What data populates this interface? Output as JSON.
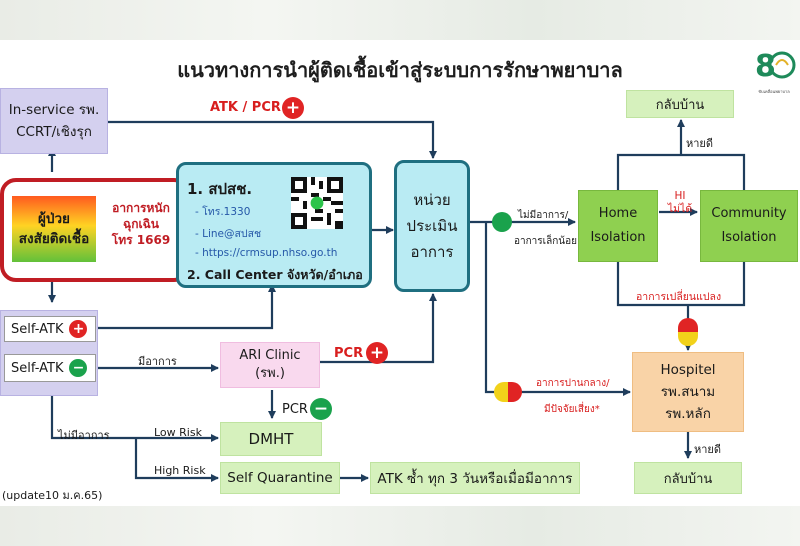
{
  "title": "แนวทางการนำผู้ติดเชื้อเข้าสู่ระบบการรักษาพยาบาล",
  "logo": {
    "mark": "8",
    "caption": "ขับเคลื่อนพยาบาล"
  },
  "inservice": {
    "line1": "In-service รพ.",
    "line2": "CCRT/เชิงรุก"
  },
  "patient": {
    "line1": "ผู้ป่วย",
    "line2": "สงสัยติดเชื้อ"
  },
  "severe": {
    "line1": "อาการหนัก",
    "line2": "ฉุกเฉิน",
    "line3": "โทร 1669"
  },
  "nhso": {
    "heading": "1. สปสช.",
    "item1": "- โทร.1330",
    "item2": "- Line@สปสช",
    "item3": "- https://crmsup.nhso.go.th",
    "heading2": "2. Call Center จังหวัด/อำเภอ"
  },
  "assess": {
    "line1": "หน่วย",
    "line2": "ประเมิน",
    "line3": "อาการ"
  },
  "atk_pcr": "ATK / PCR",
  "self_atk_pos": "Self-ATK",
  "self_atk_neg": "Self-ATK",
  "has_symptom": "มีอาการ",
  "ari": {
    "line1": "ARI Clinic",
    "line2": "(รพ.)"
  },
  "pcr_pos": "PCR",
  "pcr_neg": "PCR",
  "dmht": "DMHT",
  "no_symptom": "ไม่มีอาการ",
  "low_risk": "Low Risk",
  "high_risk": "High Risk",
  "self_quarantine": "Self Quarantine",
  "atk_repeat": "ATK ซ้ำ ทุก 3 วันหรือเมื่อมีอาการ",
  "mild": {
    "line1": "ไม่มีอาการ/",
    "line2": "อาการเล็กน้อย"
  },
  "home": {
    "line1": "Home",
    "line2": "Isolation"
  },
  "community": {
    "line1": "Community",
    "line2": "Isolation"
  },
  "hi_not_possible": {
    "line1": "HI",
    "line2": "ไม่ได้"
  },
  "recovered1": "หายดี",
  "recovered2": "หายดี",
  "go_home1": "กลับบ้าน",
  "go_home2": "กลับบ้าน",
  "symptom_change": "อาการเปลี่ยนแปลง",
  "moderate": {
    "line1": "อาการปานกลาง/",
    "line2": "มีปัจจัยเสี่ยง*"
  },
  "hospitel": {
    "line1": "Hospitel",
    "line2": "รพ.สนาม",
    "line3": "รพ.หลัก"
  },
  "update": "(update10 ม.ค.65)",
  "colors": {
    "arrow": "#1f3d5c",
    "red": "#d81e1e",
    "green": "#1aa24c",
    "yellow": "#f2d21a"
  }
}
